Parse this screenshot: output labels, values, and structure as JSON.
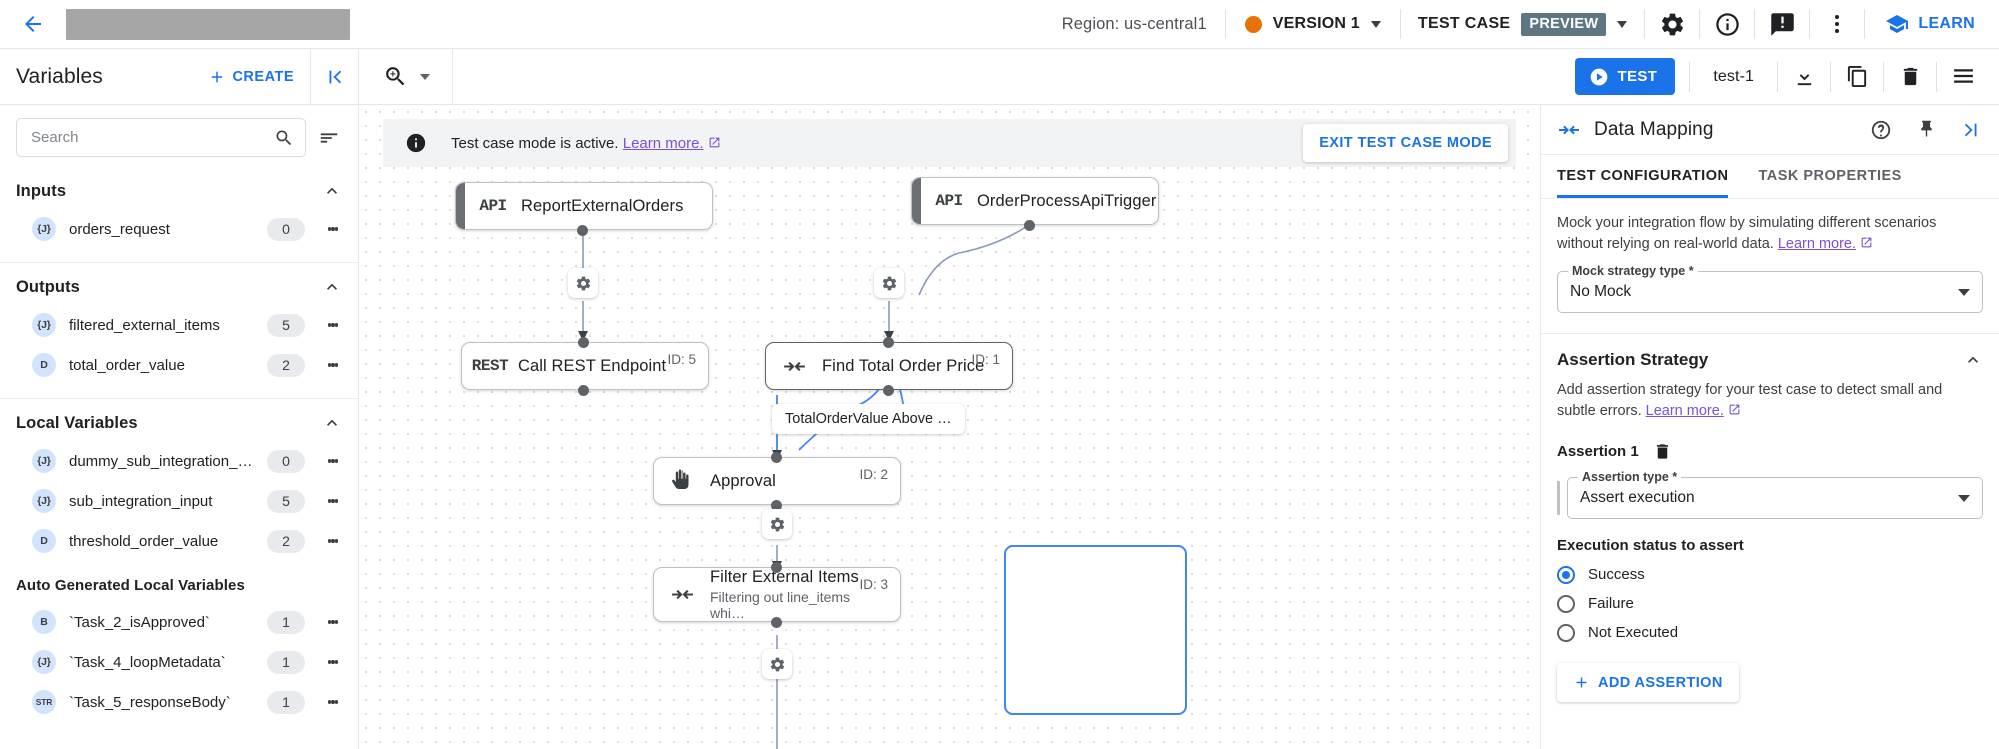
{
  "header": {
    "back_icon": "arrow-left-icon",
    "title_redacted": "",
    "region_text": "Region: us-central1",
    "version_label": "VERSION 1",
    "version_dot_color": "#E8710A",
    "test_case_label": "TEST CASE",
    "preview_chip": "PREVIEW",
    "icons": [
      "gear-icon",
      "info-icon",
      "feedback-icon",
      "more-vert-icon"
    ],
    "learn_label": "LEARN"
  },
  "subbar": {
    "variables_title": "Variables",
    "create_label": "CREATE",
    "collapse_icon": "collapse-left-icon",
    "zoom_icon": "zoom-in-icon",
    "test_label": "TEST",
    "test_name": "test-1",
    "icons": [
      "download-icon",
      "duplicate-icon",
      "delete-icon",
      "list-icon"
    ]
  },
  "sidebar": {
    "search": {
      "value": "",
      "placeholder": "Search"
    },
    "sort_icon": "sort-icon",
    "sections": [
      {
        "title": "Inputs",
        "collapsed": false,
        "items": [
          {
            "type": "{J}",
            "name": "orders_request",
            "count": "0"
          }
        ]
      },
      {
        "title": "Outputs",
        "collapsed": false,
        "items": [
          {
            "type": "{J}",
            "name": "filtered_external_items",
            "count": "5"
          },
          {
            "type": "D",
            "name": "total_order_value",
            "count": "2"
          }
        ]
      },
      {
        "title": "Local Variables",
        "collapsed": false,
        "items": [
          {
            "type": "{J}",
            "name": "dummy_sub_integration_var",
            "count": "0"
          },
          {
            "type": "{J}",
            "name": "sub_integration_input",
            "count": "5"
          },
          {
            "type": "D",
            "name": "threshold_order_value",
            "count": "2"
          }
        ],
        "subsection": {
          "title": "Auto Generated Local Variables",
          "items": [
            {
              "type": "B",
              "name": "`Task_2_isApproved`",
              "count": "1"
            },
            {
              "type": "{J}",
              "name": "`Task_4_loopMetadata`",
              "count": "1"
            },
            {
              "type": "STR",
              "name": "`Task_5_responseBody`",
              "count": "1"
            }
          ]
        }
      }
    ]
  },
  "canvas": {
    "banner": {
      "icon": "info-filled-icon",
      "text": "Test case mode is active.",
      "link_text": "Learn more.",
      "exit_label": "EXIT TEST CASE MODE"
    },
    "nodes": [
      {
        "kind": "api",
        "tag": "API",
        "title": "ReportExternalOrders",
        "subtitle": "",
        "id": ""
      },
      {
        "kind": "api",
        "tag": "API",
        "title": "OrderProcessApiTrigger",
        "subtitle": "",
        "id": ""
      },
      {
        "kind": "rest",
        "tag": "REST",
        "title": "Call REST Endpoint",
        "subtitle": "",
        "id": "ID: 5"
      },
      {
        "kind": "mapping",
        "tag": "",
        "title": "Find Total Order Price",
        "subtitle": "",
        "id": "ID: 1"
      },
      {
        "kind": "approval",
        "tag": "",
        "title": "Approval",
        "subtitle": "",
        "id": "ID: 2"
      },
      {
        "kind": "mapping",
        "tag": "",
        "title": "Filter External Items",
        "subtitle": "Filtering out line_items whi…",
        "id": "ID: 3"
      }
    ],
    "edge_label": "TotalOrderValue Above …"
  },
  "right_panel": {
    "icon": "data-mapping-icon",
    "title": "Data Mapping",
    "header_icons": [
      "help-icon",
      "pin-icon",
      "collapse-right-icon"
    ],
    "tabs": [
      {
        "label": "TEST CONFIGURATION",
        "active": true
      },
      {
        "label": "TASK PROPERTIES",
        "active": false
      }
    ],
    "mock": {
      "description": "Mock your integration flow by simulating different scenarios without relying on real-world data.",
      "link_text": "Learn more.",
      "field_label": "Mock strategy type *",
      "field_value": "No Mock"
    },
    "assertion": {
      "section_title": "Assertion Strategy",
      "description": "Add assertion strategy for your test case to detect small and subtle errors.",
      "link_text": "Learn more.",
      "item_label": "Assertion 1",
      "delete_icon": "delete-icon",
      "type_label": "Assertion type *",
      "type_value": "Assert execution",
      "status_label": "Execution status to assert",
      "options": [
        {
          "label": "Success",
          "selected": true
        },
        {
          "label": "Failure",
          "selected": false
        },
        {
          "label": "Not Executed",
          "selected": false
        }
      ],
      "add_label": "ADD ASSERTION"
    }
  }
}
